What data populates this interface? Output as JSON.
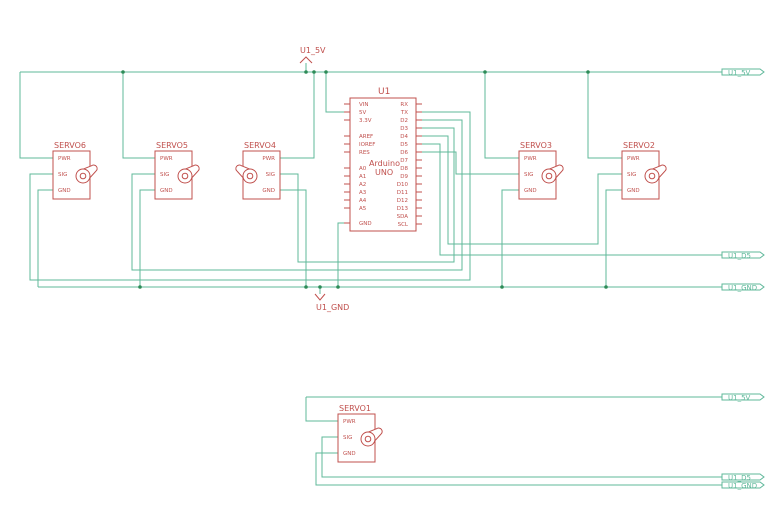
{
  "arduino": {
    "ref": "U1",
    "name_line1": "Arduino",
    "name_line2": "UNO",
    "left_pins": [
      "VIN",
      "5V",
      "3.3V",
      "AREF",
      "IOREF",
      "RES",
      "A0",
      "A1",
      "A2",
      "A3",
      "A4",
      "A5",
      "GND"
    ],
    "right_pins": [
      "RX",
      "TX",
      "D2",
      "D3",
      "D4",
      "D5",
      "D6",
      "D7",
      "D8",
      "D9",
      "D10",
      "D11",
      "D12",
      "D13",
      "SDA",
      "SCL"
    ]
  },
  "servo_pins": [
    "PWR",
    "SIG",
    "GND"
  ],
  "servos": [
    {
      "ref": "SERVO6"
    },
    {
      "ref": "SERVO5"
    },
    {
      "ref": "SERVO4"
    },
    {
      "ref": "SERVO3"
    },
    {
      "ref": "SERVO2"
    },
    {
      "ref": "SERVO1"
    }
  ],
  "power_labels": {
    "top": "U1_5V",
    "bottom": "U1_GND"
  },
  "net_labels": [
    "U1_5V",
    "U1_D5",
    "U1_GND",
    "U1_5V",
    "U1_D5",
    "U1_GND"
  ]
}
